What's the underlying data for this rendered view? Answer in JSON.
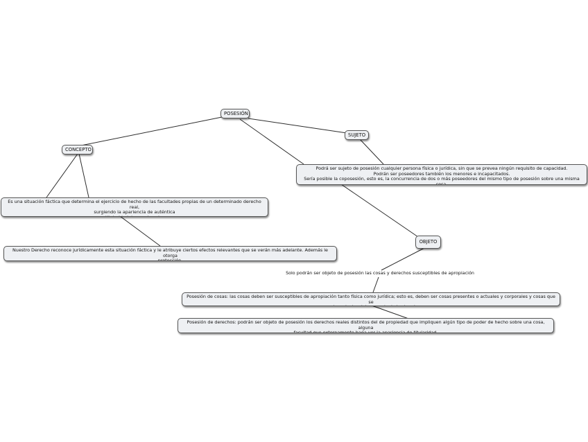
{
  "map": {
    "root": "POSESIÓN",
    "concepto": "CONCEPTO",
    "sujeto": "SUJETO",
    "objeto": "OBJETO",
    "concepto_definition": "Es una situación fáctica que determina el ejercicio de hecho de las facultades propias de un determinado derecho real,\nsurgiendo la apariencia de auténtica\ntitularidad de ese derecho",
    "concepto_protection": "Nuestro Derecho reconoce jurídicamente esta situación fáctica y le atribuye ciertos efectos relevantes que se verán más adelante. Además le otorga\nprotección.",
    "sujeto_text": "Podrá ser sujeto de posesión cualquier persona física o jurídica, sin que se prevea ningún requisito de capacidad.\nPodrán ser poseedores también los menores e incapacitados.\nSería posible la coposesión, esto es, la concurrencia de dos o más poseedores del mismo tipo de posesión sobre una misma cosa.",
    "objeto_intro": "Solo podrán ser objeto de posesión las cosas y derechos susceptibles de apropiación",
    "posesion_cosas": "Posesión de cosas: las cosas deben ser susceptibles de apropiación tanto física como jurídica; esto es, deben ser cosas presentes o actuales y corporales y cosas que se\nencuentren dentro del comercio de los hombres.",
    "posesion_derechos": "Posesión de derechos: podrán ser objeto de posesión los derechos reales distintos del de propiedad que impliquen algún tipo de poder de hecho sobre una cosa, alguna\nfacultad que externamente haga ver la apariencia de titularidad."
  }
}
